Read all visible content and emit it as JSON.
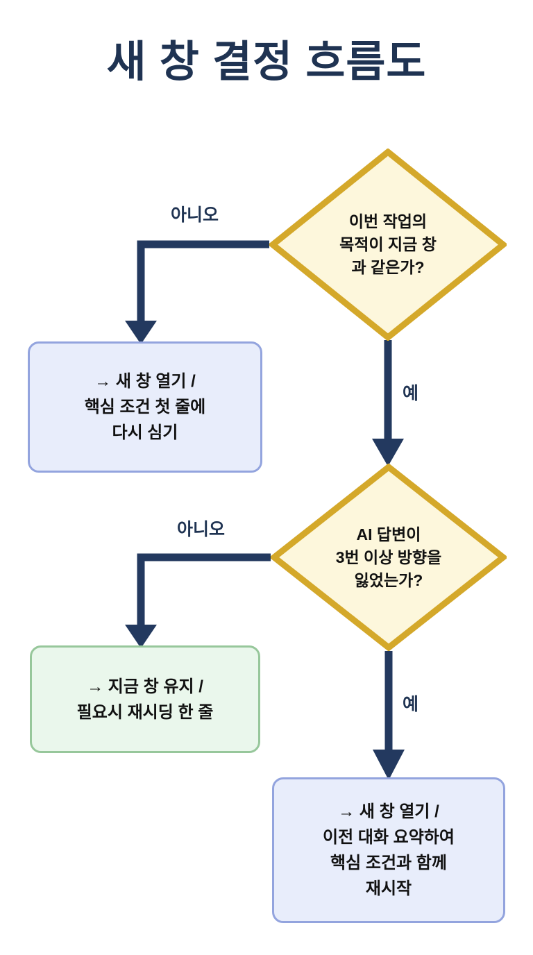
{
  "page": {
    "title": "새 창 결정 흐름도",
    "background_color": "#ffffff",
    "title_color": "#1f3352"
  },
  "palette": {
    "navy": "#23395f",
    "diamond_fill": "#fdf7dc",
    "diamond_border": "#d4a82a",
    "blue_fill": "#e8edfb",
    "blue_border": "#93a4de",
    "green_fill": "#eaf7ec",
    "green_border": "#97c79b",
    "text": "#111111"
  },
  "nodes": {
    "decision1": {
      "type": "decision",
      "lines": [
        "이번 작업의",
        "목적이 지금 창",
        "과 같은가?"
      ]
    },
    "action_no1": {
      "type": "process",
      "style": "blue",
      "lines": [
        "→ 새 창 열기 /",
        "핵심 조건 첫 줄에",
        "다시 심기"
      ]
    },
    "decision2": {
      "type": "decision",
      "lines": [
        "AI 답변이",
        "3번 이상 방향을",
        "잃었는가?"
      ]
    },
    "action_no2": {
      "type": "process",
      "style": "green",
      "lines": [
        "→ 지금 창 유지 /",
        "필요시 재시딩 한 줄"
      ]
    },
    "action_yes2": {
      "type": "process",
      "style": "blue",
      "lines": [
        "→ 새 창 열기 /",
        "이전 대화 요약하여",
        "핵심 조건과 함께",
        "재시작"
      ]
    }
  },
  "edges": {
    "d1_no": {
      "label": "아니오"
    },
    "d1_yes": {
      "label": "예"
    },
    "d2_no": {
      "label": "아니오"
    },
    "d2_yes": {
      "label": "예"
    }
  }
}
